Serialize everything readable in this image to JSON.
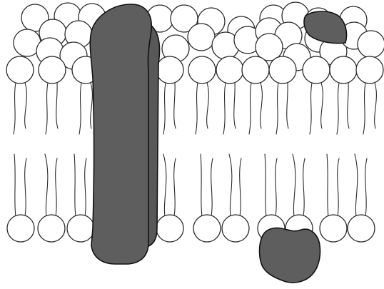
{
  "diagram": {
    "colors": {
      "background": "#ffffff",
      "lipid_head_fill": "#ffffff",
      "outline": "#2a2a2a",
      "protein_fill": "#5e5e5e"
    },
    "lipid_bilayer": {
      "layers": 2,
      "visible_upper_head_rows": 3,
      "visible_lower_head_rows": 1,
      "tails_per_lipid": 2
    },
    "proteins": [
      {
        "kind": "integral-transmembrane",
        "count": 1
      },
      {
        "kind": "peripheral-outer-surface",
        "count": 1
      },
      {
        "kind": "peripheral-inner-surface",
        "count": 1
      }
    ]
  }
}
